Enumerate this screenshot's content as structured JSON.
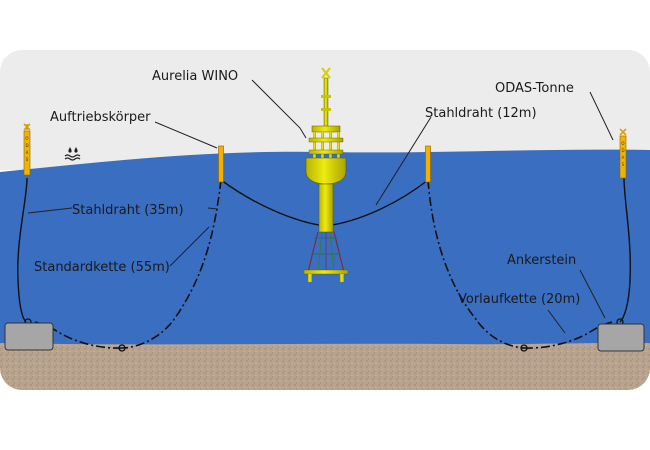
{
  "labels": {
    "aurelia": "Aurelia WINO",
    "odas_tonne": "ODAS-Tonne",
    "auftrieb": "Auftriebskörper",
    "stahldraht_12": "Stahldraht (12m)",
    "stahldraht_35": "Stahldraht (35m)",
    "standardkette": "Standardkette (55m)",
    "ankerstein": "Ankerstein",
    "vorlaufkette": "Vorlaufkette (20m)"
  },
  "colors": {
    "sky": "#ededed",
    "water": "#3a6fc0",
    "seabed": "#b5a18b",
    "buoy_yellow": "#e3e000",
    "float_orange": "#f0a800",
    "anchor_gray": "#a4a4a4",
    "line": "#111111"
  },
  "icons": {
    "wave_symbol": "wave-warning-icon"
  }
}
